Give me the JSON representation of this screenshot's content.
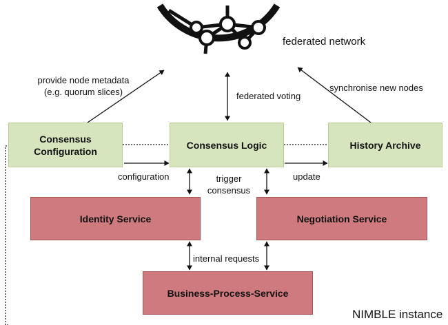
{
  "nodes": {
    "consensus_configuration": [
      "Consensus",
      "Configuration"
    ],
    "consensus_logic": "Consensus Logic",
    "history_archive": "History Archive",
    "identity_service": "Identity Service",
    "negotiation_service": "Negotiation Service",
    "business_process_service": "Business-Process-Service"
  },
  "labels": {
    "federated_network": "federated network",
    "provide_node_metadata": [
      "provide node metadata",
      "(e.g. quorum slices)"
    ],
    "federated_voting": "federated voting",
    "synchronise_new_nodes": "synchronise new nodes",
    "configuration": "configuration",
    "trigger_consensus": [
      "trigger",
      "consensus"
    ],
    "update": "update",
    "internal_requests": "internal requests",
    "nimble_instance": "NIMBLE instance"
  },
  "colors": {
    "green_box": "#d6e5bd",
    "red_box": "#cf7a7e",
    "line": "#111111"
  },
  "icons": {
    "network": "globe-network-icon"
  }
}
